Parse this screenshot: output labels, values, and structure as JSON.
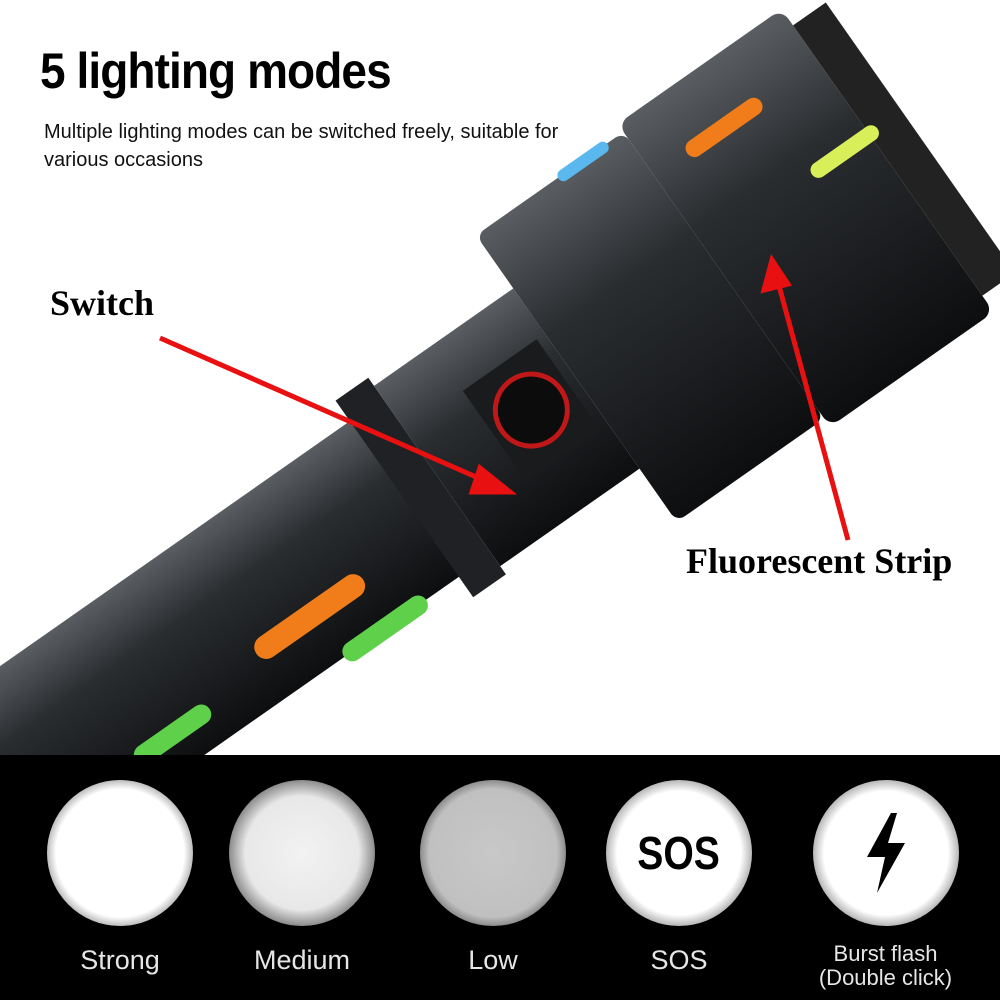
{
  "header": {
    "title": "5 lighting modes",
    "subtitle": "Multiple lighting modes can be switched freely, suitable for various occasions"
  },
  "callouts": {
    "switch": "Switch",
    "strip": "Fluorescent Strip"
  },
  "modes": [
    {
      "label": "Strong"
    },
    {
      "label": "Medium"
    },
    {
      "label": "Low"
    },
    {
      "label": "SOS",
      "icon_text": "SOS"
    },
    {
      "label": "Burst flash",
      "label2": "(Double click)",
      "icon": "lightning-icon"
    }
  ],
  "colors": {
    "arrow": "#e81010",
    "strip_orange": "#f07c1a",
    "strip_green": "#5fd04a",
    "strip_blue": "#5ab8ef",
    "strip_yellow": "#d9ef5a"
  }
}
